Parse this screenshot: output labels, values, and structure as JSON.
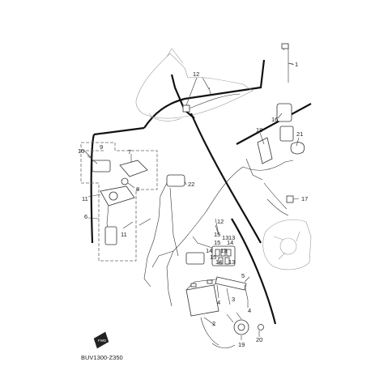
{
  "diagram": {
    "code": "BUV1300-Z350",
    "fwd_badge": "FWD",
    "callouts": [
      "1",
      "2",
      "3",
      "4",
      "4",
      "5",
      "6",
      "7",
      "8",
      "9",
      "10",
      "11",
      "11",
      "12",
      "12",
      "13",
      "13",
      "13",
      "13",
      "14",
      "14",
      "14",
      "15",
      "15",
      "15",
      "16",
      "17",
      "18",
      "19",
      "20",
      "21",
      "22"
    ]
  }
}
